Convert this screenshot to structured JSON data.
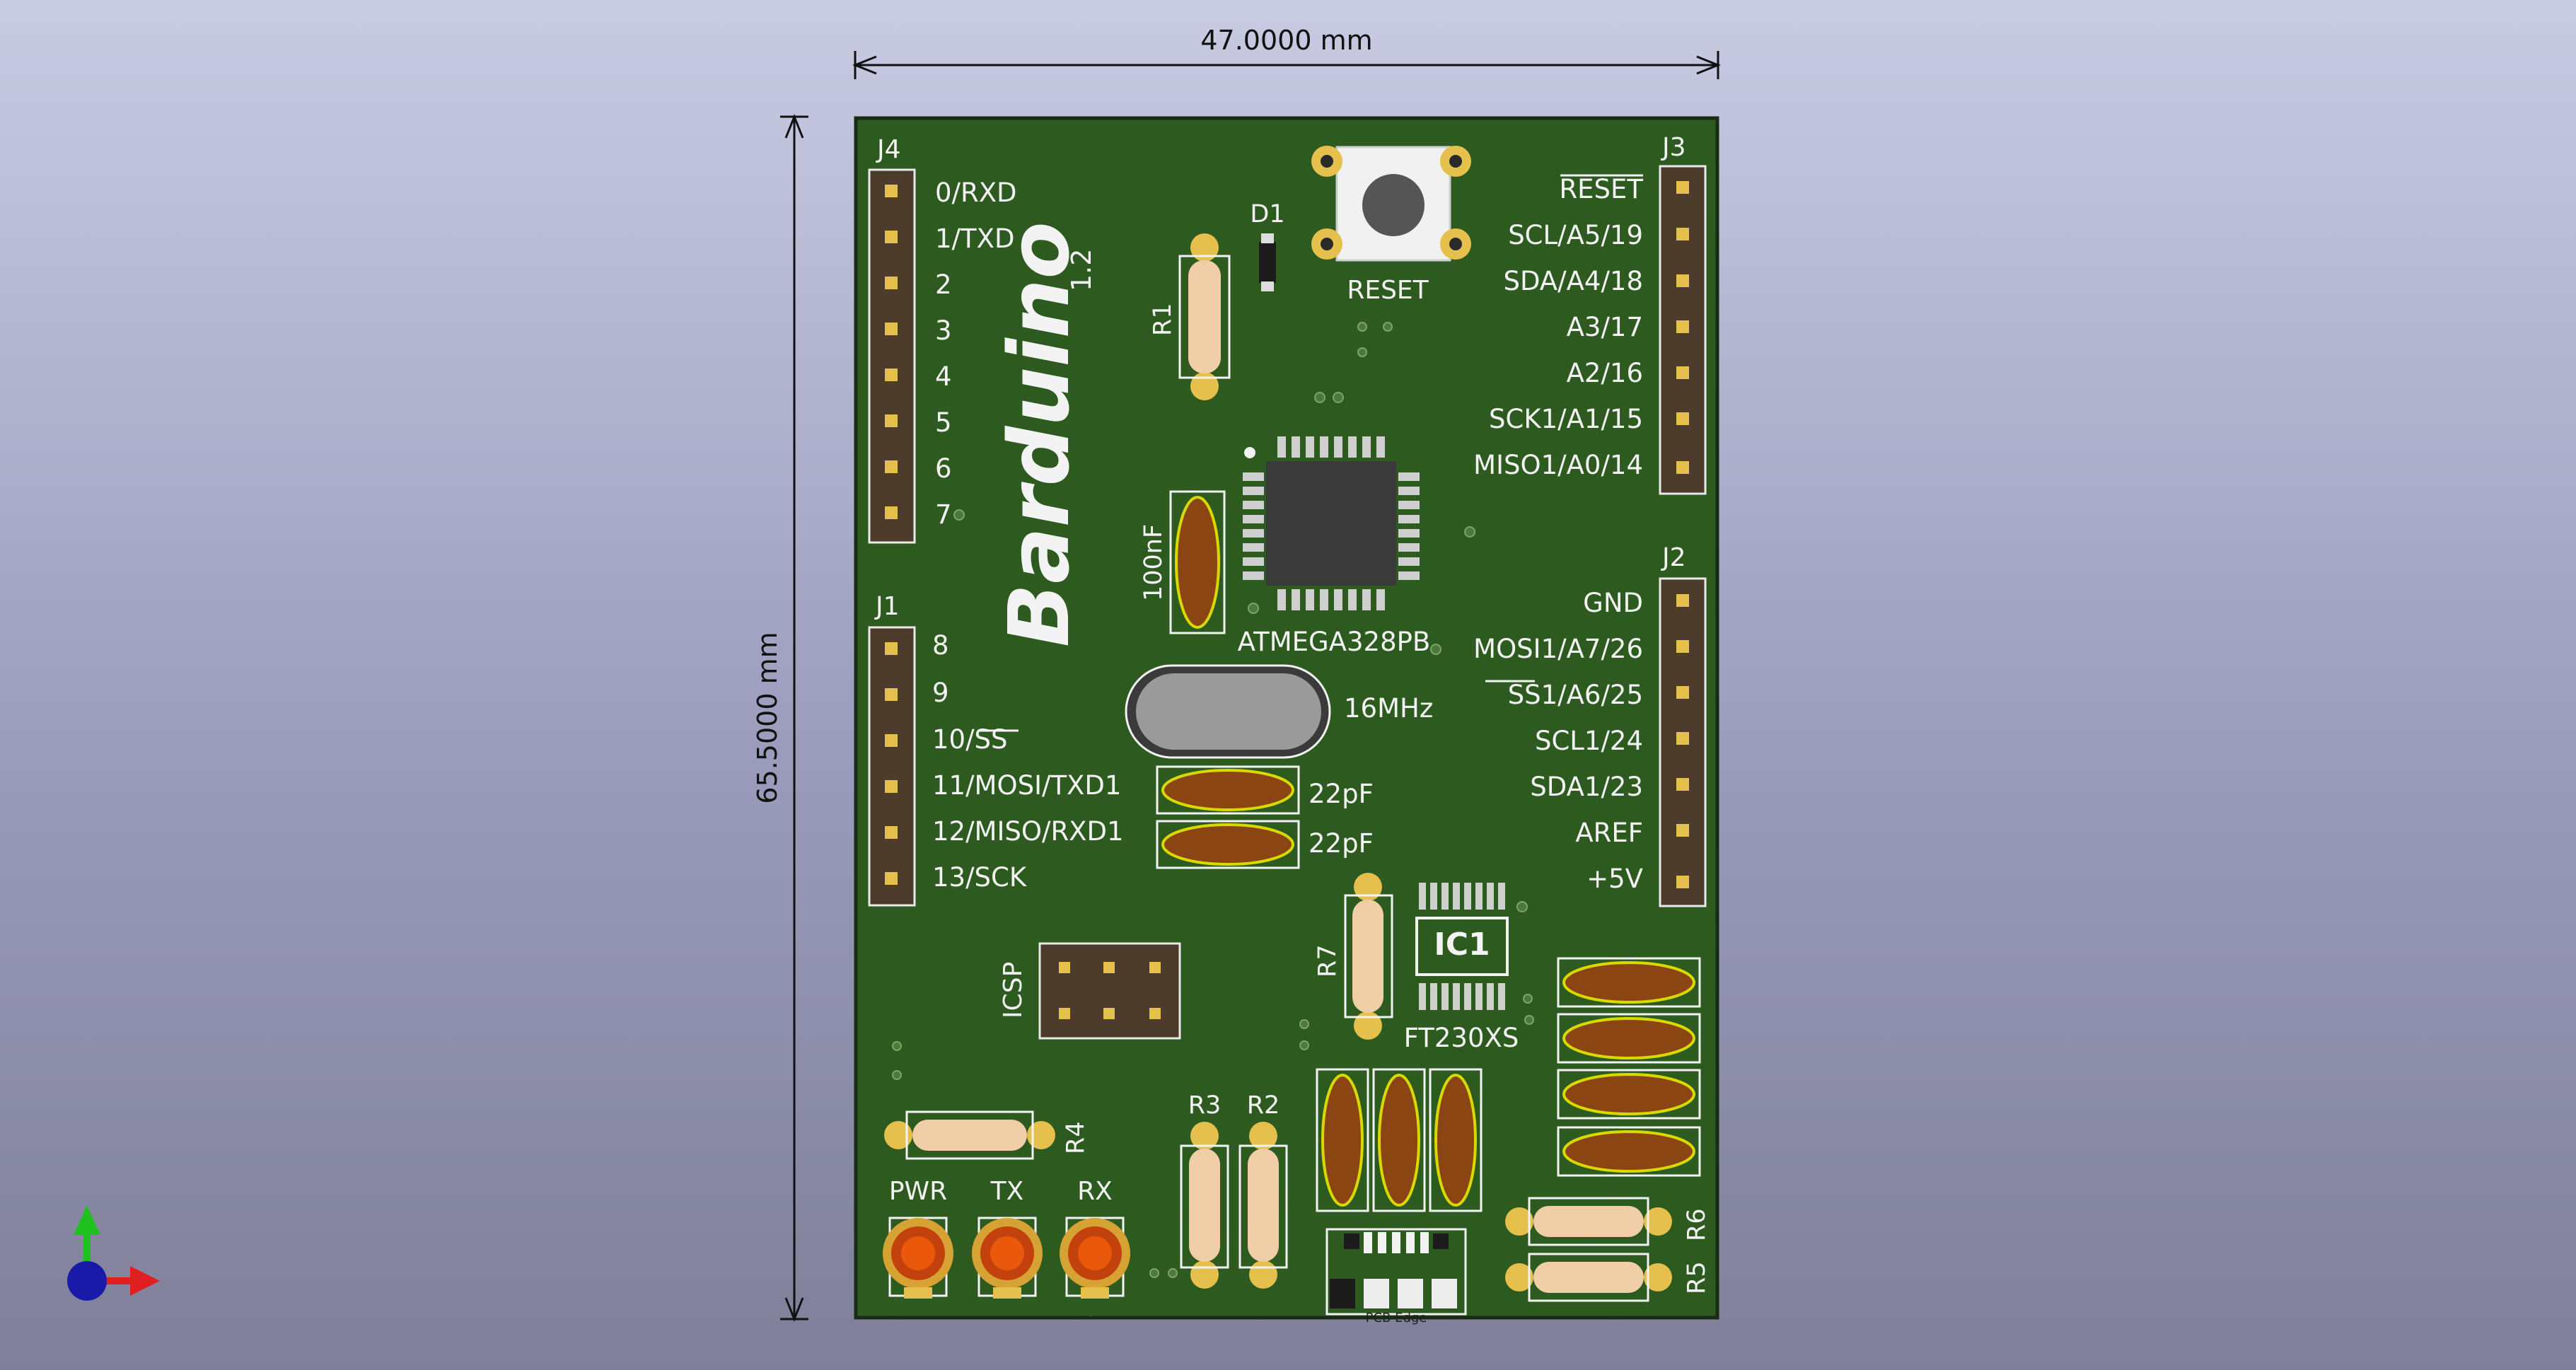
{
  "dimensions": {
    "width_label": "47.0000 mm",
    "height_label": "65.5000 mm"
  },
  "board": {
    "logo": "Barduino",
    "version": "1.2",
    "color": "#2d5a1e",
    "silkscreen_color": "#f3f3f3"
  },
  "headers": {
    "J4": {
      "ref": "J4",
      "pins": [
        "0/RXD",
        "1/TXD",
        "2",
        "3",
        "4",
        "5",
        "6",
        "7"
      ]
    },
    "J1": {
      "ref": "J1",
      "pins": [
        "8",
        "9",
        "10/SS",
        "11/MOSI/TXD1",
        "12/MISO/RXD1",
        "13/SCK"
      ]
    },
    "J3": {
      "ref": "J3",
      "pins": [
        "RESET",
        "SCL/A5/19",
        "SDA/A4/18",
        "A3/17",
        "A2/16",
        "SCK1/A1/15",
        "MISO1/A0/14"
      ]
    },
    "J2": {
      "ref": "J2",
      "pins": [
        "GND",
        "MOSI1/A7/26",
        "SS1/A6/25",
        "SCL1/24",
        "SDA1/23",
        "AREF",
        "+5V"
      ]
    }
  },
  "components": {
    "d1": "D1",
    "reset": "RESET",
    "r1": "R1",
    "r2": "R2",
    "r3": "R3",
    "r4": "R4",
    "r5": "R5",
    "r6": "R6",
    "r7": "R7",
    "cap_100nf": "100nF",
    "mcu": "ATMEGA328PB",
    "crystal": "16MHz",
    "cap_22pf_1": "22pF",
    "cap_22pf_2": "22pF",
    "ic1": "IC1",
    "usb_ic": "FT230XS",
    "icsp": "ICSP",
    "led_pwr": "PWR",
    "led_tx": "TX",
    "led_rx": "RX",
    "edge": "PCB Edge"
  },
  "colors": {
    "axis_x": "#e02020",
    "axis_y": "#20c020",
    "axis_z": "#1a1aa8"
  }
}
